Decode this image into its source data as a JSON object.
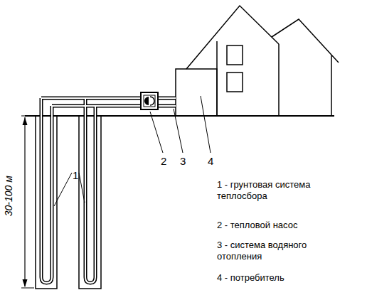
{
  "diagram": {
    "labels": [
      "30-100 м",
      "1",
      "2",
      "3",
      "4",
      "1 - грунтовая система теплосбора",
      "2 - тепловой насос",
      "3 - система водяного отопления",
      "4 - потребитель"
    ]
  }
}
